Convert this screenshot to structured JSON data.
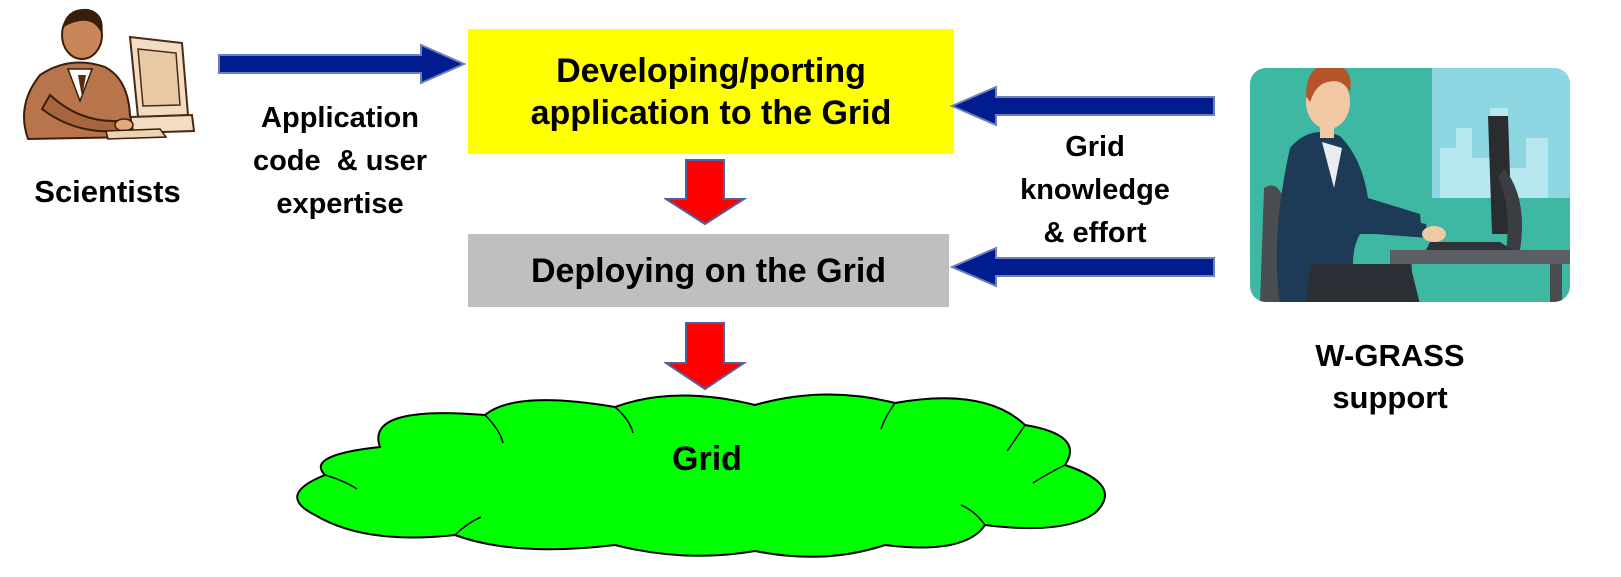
{
  "actors": {
    "scientists": {
      "label": "Scientists",
      "icon": "scientist-at-computer-icon"
    },
    "support": {
      "label_line1": "W-GRASS",
      "label_line2": "support",
      "icon": "support-person-at-computer-icon"
    }
  },
  "edges": {
    "scientists_input": {
      "line1": "Application",
      "line2": "code  & user",
      "line3": "expertise"
    },
    "support_input": {
      "line1": "Grid",
      "line2": "knowledge",
      "line3": "& effort"
    }
  },
  "steps": {
    "developing": {
      "line1": "Developing/porting",
      "line2": "application to the Grid"
    },
    "deploying": {
      "label": "Deploying on the Grid"
    }
  },
  "target": {
    "label": "Grid"
  },
  "colors": {
    "developing_fill": "#ffff00",
    "deploying_fill": "#bfbfbf",
    "grid_fill": "#00ff00",
    "arrow_blue": "#001c8f",
    "arrow_red": "#ff0000",
    "arrow_red_outline": "#4f5f9f"
  }
}
